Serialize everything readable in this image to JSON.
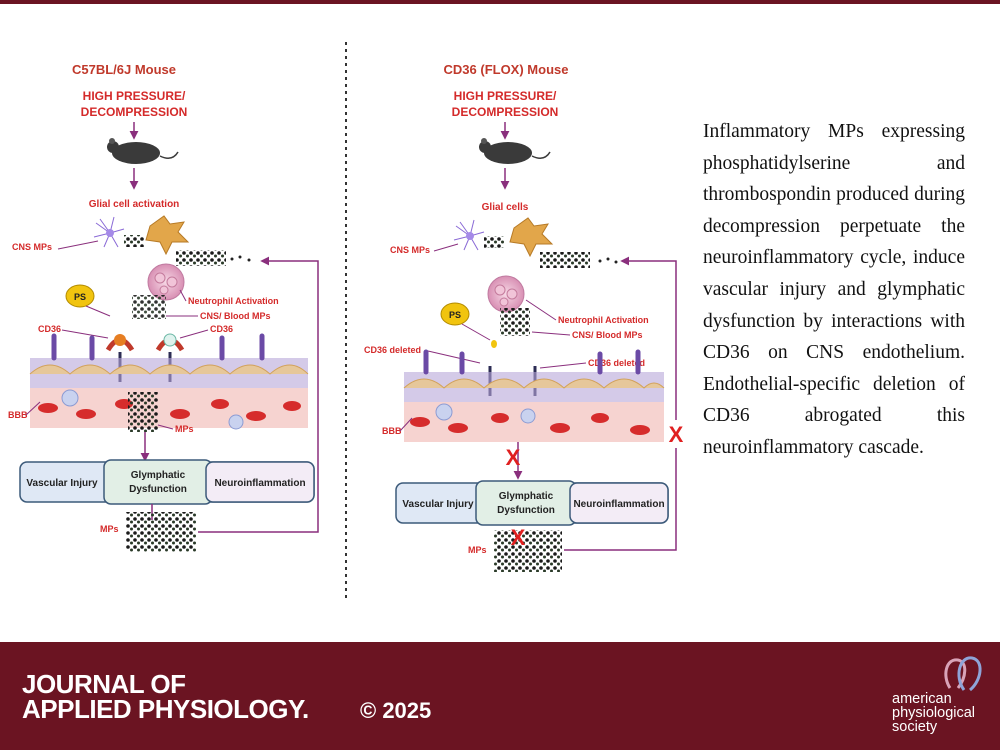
{
  "left_panel": {
    "title": "C57BL/6J Mouse",
    "trigger_line1": "HIGH PRESSURE/",
    "trigger_line2": "DECOMPRESSION",
    "glial_label": "Glial cell activation",
    "cns_mps": "CNS MPs",
    "neutrophil": "Neutrophil Activation",
    "cns_blood_mps": "CNS/ Blood MPs",
    "ps": "PS",
    "cd36_a": "CD36",
    "cd36_b": "CD36",
    "bbb": "BBB",
    "mps_mid": "MPs",
    "box_vascular": "Vascular Injury",
    "box_glymphatic_1": "Glymphatic",
    "box_glymphatic_2": "Dysfunction",
    "box_neuro": "Neuroinflammation",
    "mps_bottom": "MPs"
  },
  "right_panel": {
    "title": "CD36 (FLOX) Mouse",
    "trigger_line1": "HIGH PRESSURE/",
    "trigger_line2": "DECOMPRESSION",
    "glial_label": "Glial cells",
    "cns_mps": "CNS MPs",
    "neutrophil": "Neutrophil Activation",
    "cns_blood_mps": "CNS/ Blood MPs",
    "ps": "PS",
    "cd36_deleted_a": "CD36 deleted",
    "cd36_deleted_b": "CD36 deleted",
    "bbb": "BBB",
    "x_mark": "X",
    "box_vascular": "Vascular Injury",
    "box_glymphatic_1": "Glymphatic",
    "box_glymphatic_2": "Dysfunction",
    "box_neuro": "Neuroinflammation",
    "mps_bottom": "MPs"
  },
  "description": "Inflammatory MPs expressing phosphatidylserine and thrombospondin produced during decompression perpetuate the neuroinflammatory cycle, induce vascular injury and glymphatic dysfunction by interactions with CD36 on CNS endothelium. Endothelial-specific deletion of CD36 abrogated this neuroinflammatory cascade.",
  "footer": {
    "journal_line1": "JOURNAL OF",
    "journal_line2": "APPLIED PHYSIOLOGY.",
    "copyright": "© 2025",
    "society_line1": "american",
    "society_line2": "physiological",
    "society_line3": "society"
  },
  "colors": {
    "label_red": "#d42a2a",
    "arrow_purple": "#8a2f7d",
    "brand": "#6b1422",
    "title_orange": "#c0392b"
  }
}
